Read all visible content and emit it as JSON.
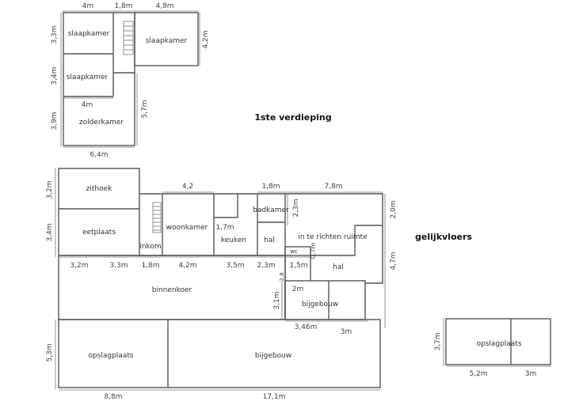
{
  "floors": {
    "upper": {
      "title": "1ste verdieping",
      "rooms": [
        "slaapkamer",
        "slaapkamer",
        "slaapkamer",
        "zolderkamer"
      ],
      "dims": [
        "4m",
        "1,8m",
        "4,8m",
        "3,3m",
        "3,4m",
        "3,9m",
        "4,2m",
        "4m",
        "5,7m",
        "6,4m"
      ]
    },
    "ground": {
      "title": "gelijkvloers",
      "rooms": [
        "zithoek",
        "eetplaats",
        "inkom",
        "woonkamer",
        "keuken",
        "badkamer",
        "hal",
        "in te richten ruimte",
        "wc",
        "hal",
        "binnenkoer",
        "bijgebouw",
        "opslagplaats",
        "bijgebouw",
        "opslagplaats"
      ],
      "dims": [
        "3,2m",
        "3,4m",
        "4,2",
        "1,8m",
        "7,8m",
        "2,3m",
        "2,0m",
        "1,7m",
        "3,2m",
        "3,3m",
        "1,8m",
        "4,2m",
        "3,5m",
        "2,3m",
        "1,5m",
        "0,7m",
        "2,8",
        "4,7m",
        "2m",
        "3,1m",
        "3,46m",
        "3m",
        "5,3m",
        "8,8m",
        "17,1m",
        "3,7m",
        "5,2m",
        "3m"
      ]
    }
  },
  "colors": {
    "courtyard": "#dfe3dc",
    "wall": "#555555"
  }
}
